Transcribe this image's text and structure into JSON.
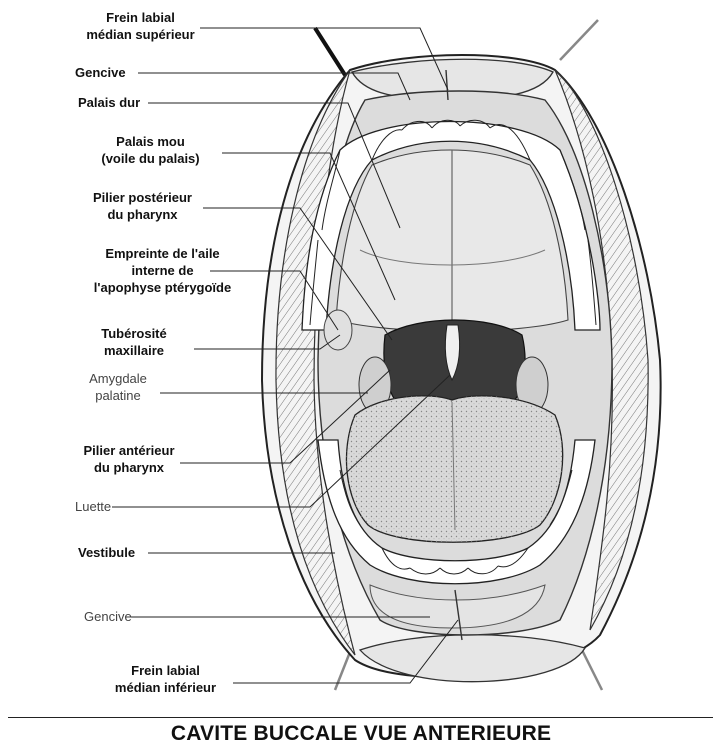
{
  "labels": {
    "frein_sup": [
      "Frein labial",
      "médian supérieur"
    ],
    "gencive_sup": "Gencive",
    "palais_dur": "Palais dur",
    "palais_mou": [
      "Palais mou",
      "(voile du palais)"
    ],
    "pilier_post": [
      "Pilier postérieur",
      "du pharynx"
    ],
    "empreinte": [
      "Empreinte de l'aile",
      "interne de",
      "l'apophyse ptérygoïde"
    ],
    "tuberosite": [
      "Tubérosité",
      "maxillaire"
    ],
    "amygdale": [
      "Amygdale",
      "palatine"
    ],
    "pilier_ant": [
      "Pilier antérieur",
      "du pharynx"
    ],
    "luette": "Luette",
    "vestibule": "Vestibule",
    "gencive_inf": "Gencive",
    "frein_inf": [
      "Frein labial",
      "médian inférieur"
    ]
  },
  "caption": "CAVITE BUCCALE VUE ANTERIEURE",
  "colors": {
    "ink": "#222222",
    "shade": "#9a9a9a",
    "throat": "#3a3a3a",
    "tongue": "#d9d9d9",
    "paper": "#ffffff"
  }
}
